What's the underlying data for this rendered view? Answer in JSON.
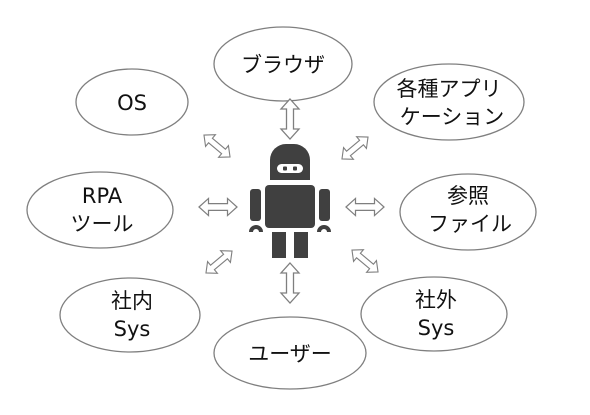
{
  "colors": {
    "outline": "#7f7f7f",
    "robot": "#404040",
    "text": "#111111",
    "background": "#ffffff"
  },
  "center_icon": "robot-icon",
  "nodes": [
    {
      "id": "browser",
      "lines": [
        "ブラウザ"
      ]
    },
    {
      "id": "os",
      "lines": [
        "OS"
      ]
    },
    {
      "id": "apps",
      "lines": [
        "各種アプリ",
        "ケーション"
      ]
    },
    {
      "id": "rpa-tool",
      "lines": [
        "RPA",
        "ツール"
      ]
    },
    {
      "id": "ref-file",
      "lines": [
        "参照",
        "ファイル"
      ]
    },
    {
      "id": "internal-sys",
      "lines": [
        "社内",
        "Sys"
      ]
    },
    {
      "id": "external-sys",
      "lines": [
        "社外",
        "Sys"
      ]
    },
    {
      "id": "user",
      "lines": [
        "ユーザー"
      ]
    }
  ],
  "connector_icon": "double-arrow-icon"
}
